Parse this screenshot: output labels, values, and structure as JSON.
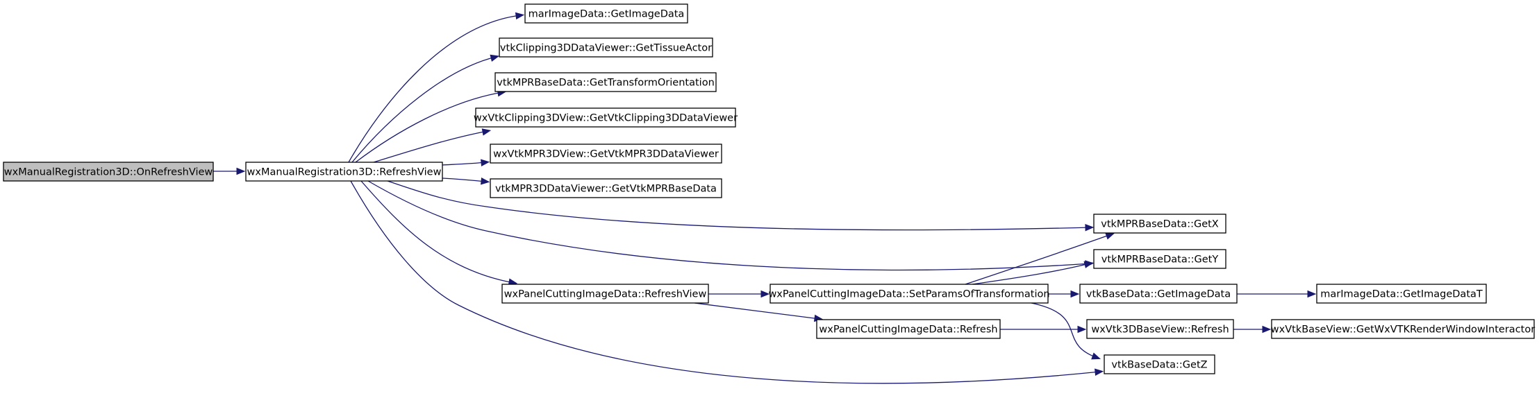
{
  "diagram": {
    "type": "call-graph",
    "colors": {
      "edge": "#191970",
      "root_fill": "#bfbfbf",
      "node_fill": "#ffffff",
      "node_border": "#000000"
    },
    "nodes": [
      {
        "id": "n0",
        "label": "wxManualRegistration3D::OnRefreshView",
        "root": true
      },
      {
        "id": "n1",
        "label": "wxManualRegistration3D::RefreshView"
      },
      {
        "id": "n2",
        "label": "marImageData::GetImageData"
      },
      {
        "id": "n3",
        "label": "vtkClipping3DDataViewer::GetTissueActor"
      },
      {
        "id": "n4",
        "label": "vtkMPRBaseData::GetTransformOrientation"
      },
      {
        "id": "n5",
        "label": "wxVtkClipping3DView::GetVtkClipping3DDataViewer"
      },
      {
        "id": "n6",
        "label": "wxVtkMPR3DView::GetVtkMPR3DDataViewer"
      },
      {
        "id": "n7",
        "label": "vtkMPR3DDataViewer::GetVtkMPRBaseData"
      },
      {
        "id": "n8",
        "label": "vtkMPRBaseData::GetX"
      },
      {
        "id": "n9",
        "label": "vtkMPRBaseData::GetY"
      },
      {
        "id": "n10",
        "label": "wxPanelCuttingImageData::RefreshView"
      },
      {
        "id": "n11",
        "label": "wxPanelCuttingImageData::SetParamsOfTransformation"
      },
      {
        "id": "n12",
        "label": "vtkBaseData::GetImageData"
      },
      {
        "id": "n13",
        "label": "marImageData::GetImageDataT"
      },
      {
        "id": "n14",
        "label": "wxPanelCuttingImageData::Refresh"
      },
      {
        "id": "n15",
        "label": "wxVtk3DBaseView::Refresh"
      },
      {
        "id": "n16",
        "label": "wxVtkBaseView::GetWxVTKRenderWindowInteractor"
      },
      {
        "id": "n17",
        "label": "vtkBaseData::GetZ"
      }
    ],
    "edges": [
      {
        "from": "n0",
        "to": "n1"
      },
      {
        "from": "n1",
        "to": "n2"
      },
      {
        "from": "n1",
        "to": "n3"
      },
      {
        "from": "n1",
        "to": "n4"
      },
      {
        "from": "n1",
        "to": "n5"
      },
      {
        "from": "n1",
        "to": "n6"
      },
      {
        "from": "n1",
        "to": "n7"
      },
      {
        "from": "n1",
        "to": "n8"
      },
      {
        "from": "n1",
        "to": "n9"
      },
      {
        "from": "n1",
        "to": "n10"
      },
      {
        "from": "n1",
        "to": "n17"
      },
      {
        "from": "n10",
        "to": "n11"
      },
      {
        "from": "n10",
        "to": "n14"
      },
      {
        "from": "n11",
        "to": "n8"
      },
      {
        "from": "n11",
        "to": "n9"
      },
      {
        "from": "n11",
        "to": "n12"
      },
      {
        "from": "n11",
        "to": "n17"
      },
      {
        "from": "n12",
        "to": "n13"
      },
      {
        "from": "n14",
        "to": "n15"
      },
      {
        "from": "n15",
        "to": "n16"
      }
    ]
  }
}
